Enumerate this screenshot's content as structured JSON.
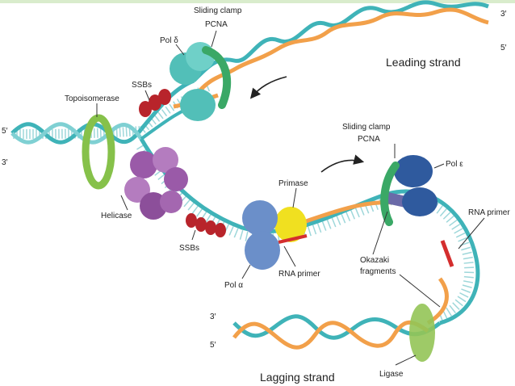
{
  "colors": {
    "teal": "#3fb3b8",
    "orange": "#f2a04a",
    "rung": "#9ed7da",
    "pol_delta": "#52bfb8",
    "pcna": "#3aa866",
    "topoisomerase": "#86c14a",
    "ssb": "#b8242b",
    "helicase": "#9a5aa8",
    "primase": "#f0e020",
    "pol_alpha": "#6b8fc9",
    "pol_epsilon": "#2f5a9e",
    "rna_primer": "#d42e2e",
    "ligase": "#94c457",
    "okazaki": "#6a6aa8"
  },
  "labels": {
    "sliding_clamp_top": "Sliding clamp",
    "pcna_top": "PCNA",
    "pol_delta": "Pol δ",
    "ssbs_top": "SSBs",
    "topoisomerase": "Topoisomerase",
    "leading_strand": "Leading strand",
    "sliding_clamp_mid": "Sliding clamp",
    "pcna_mid": "PCNA",
    "pol_epsilon": "Pol ε",
    "primase": "Primase",
    "helicase": "Helicase",
    "rna_primer_right": "RNA primer",
    "ssbs_bottom": "SSBs",
    "rna_primer_mid": "RNA primer",
    "pol_alpha": "Pol α",
    "okazaki": "Okazaki",
    "fragments": "fragments",
    "lagging_strand": "Lagging strand",
    "ligase": "Ligase"
  },
  "ends": {
    "left_5": "5′",
    "left_3": "3′",
    "top_right_3": "3′",
    "top_right_5": "5′",
    "bottom_left_3": "3′",
    "bottom_left_5": "5′"
  }
}
